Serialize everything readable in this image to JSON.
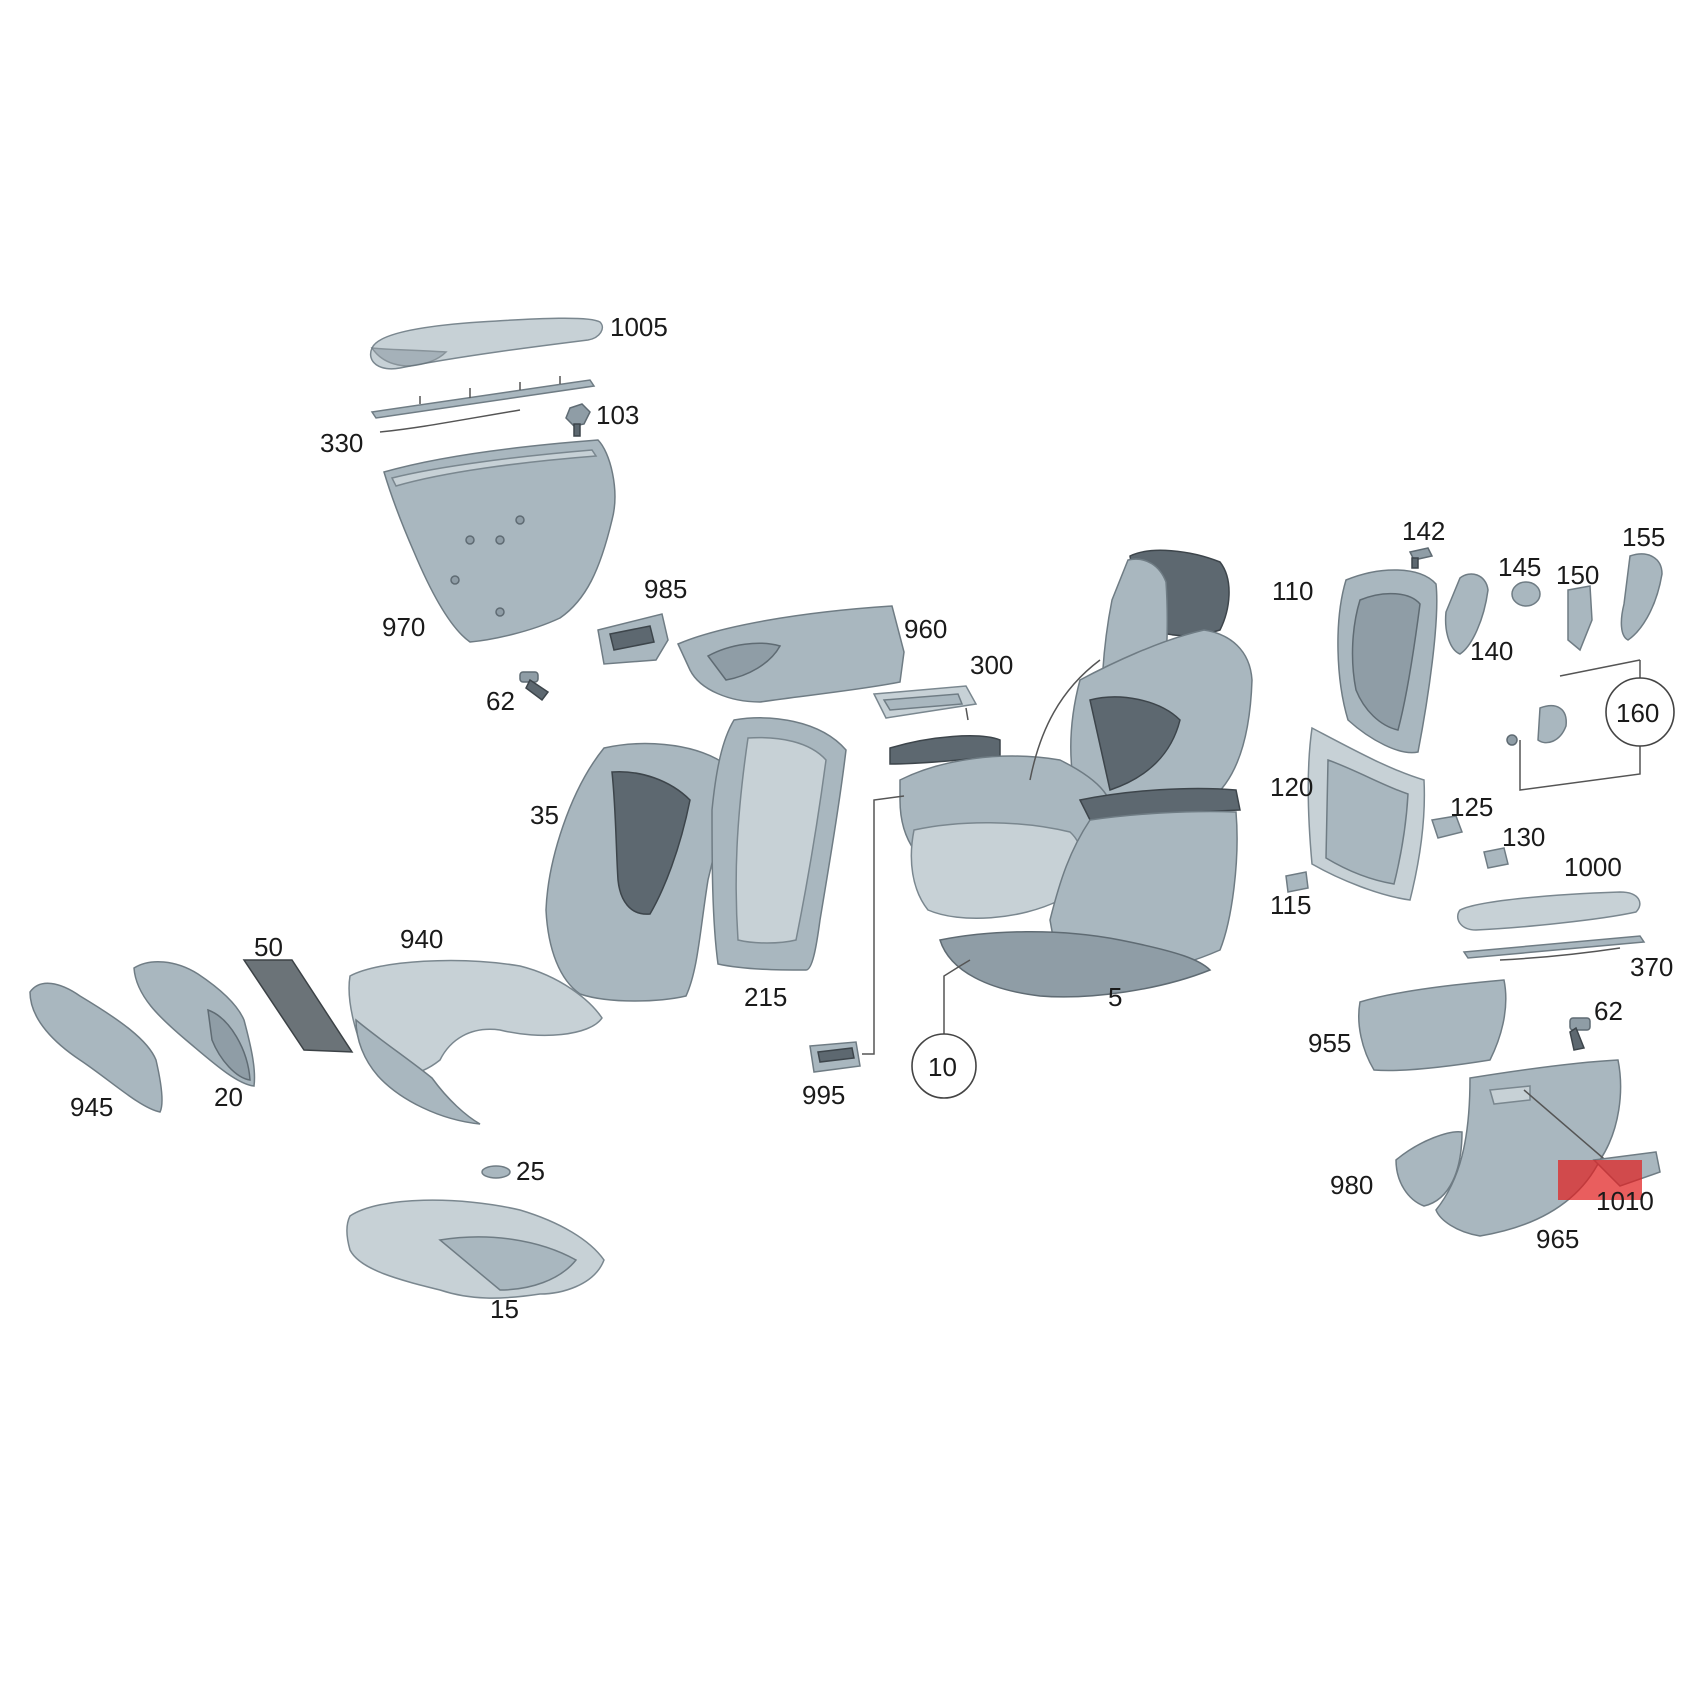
{
  "labels": {
    "p1005": "1005",
    "p103": "103",
    "p330": "330",
    "p970": "970",
    "p985": "985",
    "p62a": "62",
    "p960": "960",
    "p300": "300",
    "p35": "35",
    "p215": "215",
    "p50": "50",
    "p940": "940",
    "p945": "945",
    "p20": "20",
    "p995": "995",
    "p10": "10",
    "p5": "5",
    "p25": "25",
    "p15": "15",
    "p142": "142",
    "p110": "110",
    "p145": "145",
    "p150": "150",
    "p155": "155",
    "p140": "140",
    "p160": "160",
    "p120": "120",
    "p125": "125",
    "p130": "130",
    "p115": "115",
    "p1000": "1000",
    "p370": "370",
    "p955": "955",
    "p62b": "62",
    "p980": "980",
    "p1010": "1010",
    "p965": "965"
  },
  "colors": {
    "part": "#a9b7bf",
    "highlight": "#e02020"
  },
  "highlighted_part": "1010"
}
